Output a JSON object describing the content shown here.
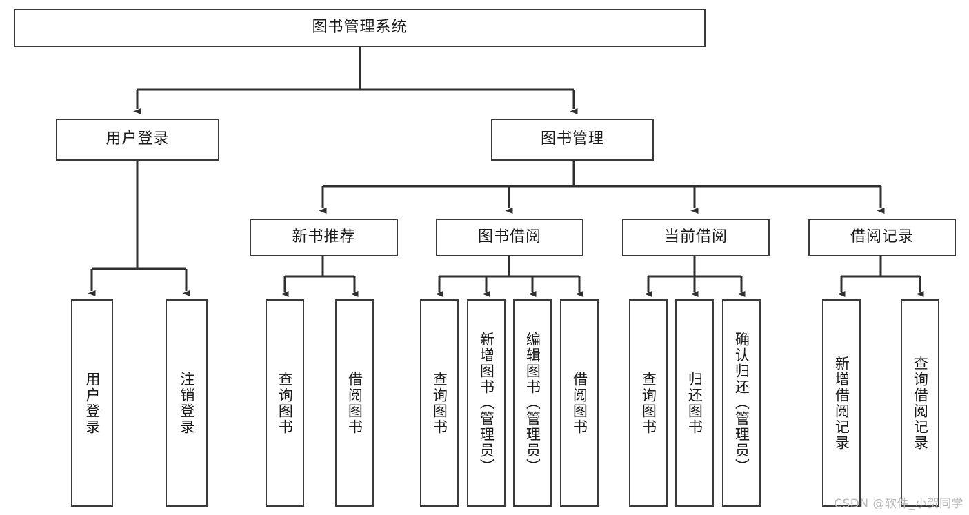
{
  "diagram": {
    "title": "图书管理系统",
    "type": "hierarchy-tree",
    "root": {
      "id": "root",
      "label": "图书管理系统"
    },
    "level2": [
      {
        "id": "user-login",
        "label": "用户登录"
      },
      {
        "id": "book-manage",
        "label": "图书管理"
      }
    ],
    "level3": [
      {
        "id": "new-book-recommend",
        "label": "新书推荐"
      },
      {
        "id": "book-borrow",
        "label": "图书借阅"
      },
      {
        "id": "current-borrow",
        "label": "当前借阅"
      },
      {
        "id": "borrow-record",
        "label": "借阅记录"
      }
    ],
    "leaves": {
      "user_login": [
        {
          "id": "leaf-user-login",
          "label": "用户登录"
        },
        {
          "id": "leaf-logout",
          "label": "注销登录"
        }
      ],
      "new_book_recommend": [
        {
          "id": "leaf-query-book-1",
          "label": "查询图书"
        },
        {
          "id": "leaf-borrow-book-1",
          "label": "借阅图书"
        }
      ],
      "book_borrow": [
        {
          "id": "leaf-query-book-2",
          "label": "查询图书"
        },
        {
          "id": "leaf-add-book",
          "label": "新增图书（管理员）"
        },
        {
          "id": "leaf-edit-book",
          "label": "编辑图书（管理员）"
        },
        {
          "id": "leaf-borrow-book-2",
          "label": "借阅图书"
        }
      ],
      "current_borrow": [
        {
          "id": "leaf-query-book-3",
          "label": "查询图书"
        },
        {
          "id": "leaf-return-book",
          "label": "归还图书"
        },
        {
          "id": "leaf-confirm-return",
          "label": "确认归还（管理员）"
        }
      ],
      "borrow_record": [
        {
          "id": "leaf-add-record",
          "label": "新增借阅记录"
        },
        {
          "id": "leaf-query-record",
          "label": "查询借阅记录"
        }
      ]
    }
  },
  "watermark": {
    "text": "CSDN @软件_小贺同学"
  },
  "colors": {
    "background": "#ffffff",
    "box_border": "#3a3a3a",
    "connector": "#2f2f2f",
    "text": "#1a1a1a",
    "watermark": "#b9b9b9"
  }
}
